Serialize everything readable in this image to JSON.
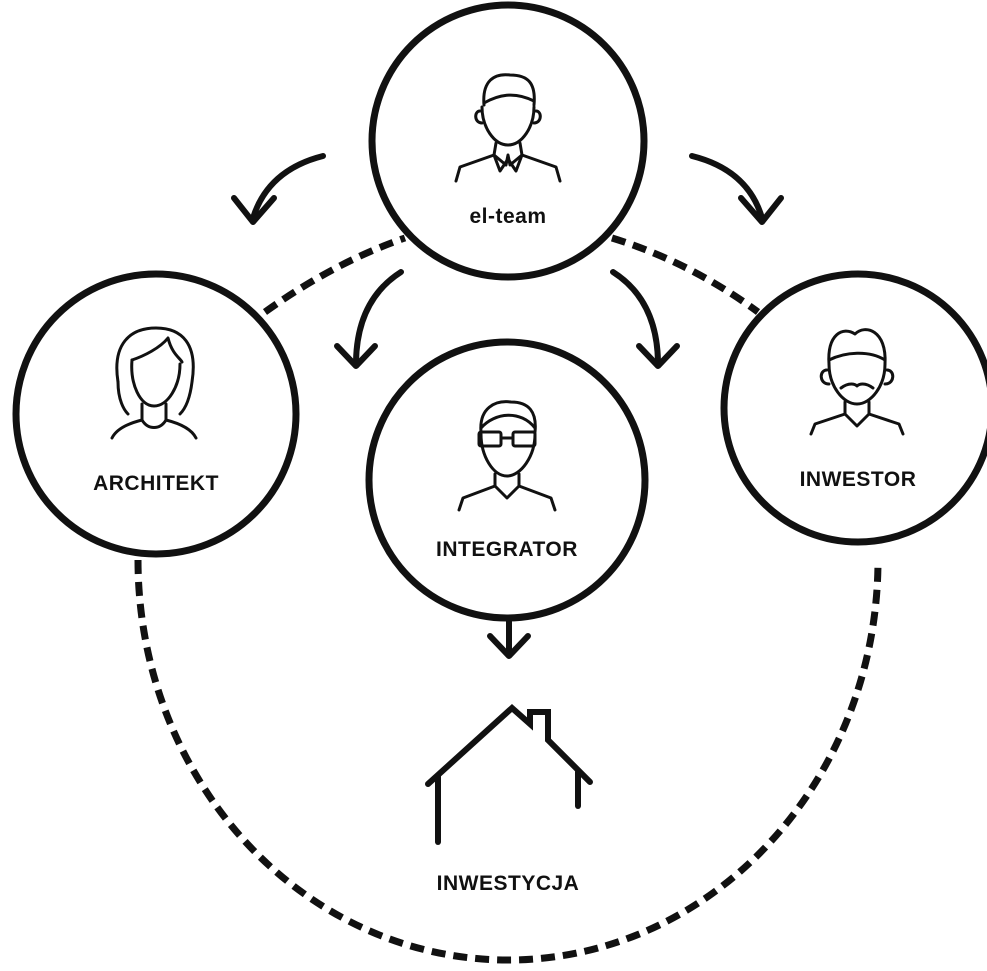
{
  "diagram": {
    "nodes": {
      "elteam": {
        "label": "el-team",
        "icon": "man-with-collar-icon"
      },
      "architekt": {
        "label": "ARCHITEKT",
        "icon": "woman-icon"
      },
      "integrator": {
        "label": "INTEGRATOR",
        "icon": "man-with-glasses-icon"
      },
      "inwestor": {
        "label": "INWESTOR",
        "icon": "man-with-mustache-icon"
      },
      "inwestycja": {
        "label": "INWESTYCJA",
        "icon": "house-icon"
      }
    },
    "connections": [
      {
        "from": "elteam",
        "to": "architekt",
        "style": "arrow"
      },
      {
        "from": "elteam",
        "to": "inwestor",
        "style": "arrow"
      },
      {
        "from": "elteam",
        "to": "integrator",
        "style": "arrow"
      },
      {
        "from": "integrator",
        "to": "inwestycja",
        "style": "arrow"
      },
      {
        "from": "elteam",
        "to": "architekt",
        "style": "dashed"
      },
      {
        "from": "elteam",
        "to": "inwestor",
        "style": "dashed"
      },
      {
        "from": "architekt",
        "to": "inwestor",
        "style": "dashed"
      }
    ],
    "colors": {
      "stroke": "#111111",
      "background": "#ffffff"
    }
  }
}
